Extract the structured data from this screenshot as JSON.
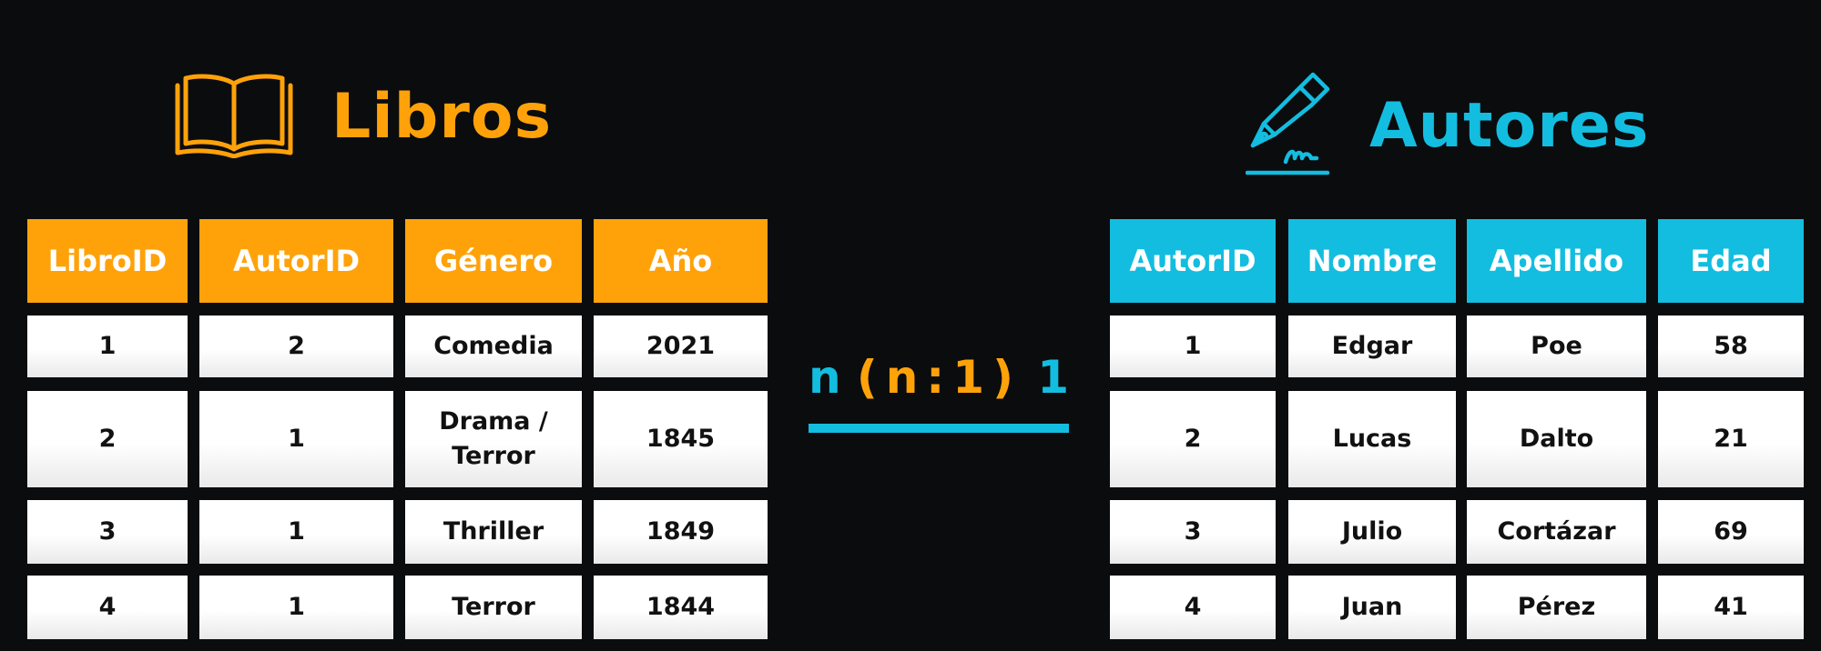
{
  "colors": {
    "orange": "#ffa20a",
    "cyan": "#13bde0",
    "background": "#0b0c0e"
  },
  "libros": {
    "title": "Libros",
    "icon": "open-book-icon",
    "headers": [
      "LibroID",
      "AutorID",
      "Género",
      "Año"
    ],
    "rows": [
      [
        "1",
        "2",
        "Comedia",
        "2021"
      ],
      [
        "2",
        "1",
        "Drama / Terror",
        "1845"
      ],
      [
        "3",
        "1",
        "Thriller",
        "1849"
      ],
      [
        "4",
        "1",
        "Terror",
        "1844"
      ]
    ]
  },
  "autores": {
    "title": "Autores",
    "icon": "fountain-pen-signature-icon",
    "headers": [
      "AutorID",
      "Nombre",
      "Apellido",
      "Edad"
    ],
    "rows": [
      [
        "1",
        "Edgar",
        "Poe",
        "58"
      ],
      [
        "2",
        "Lucas",
        "Dalto",
        "21"
      ],
      [
        "3",
        "Julio",
        "Cortázar",
        "69"
      ],
      [
        "4",
        "Juan",
        "Pérez",
        "41"
      ]
    ]
  },
  "relation": {
    "left": "n",
    "middle": "(n:1)",
    "right": "1"
  }
}
